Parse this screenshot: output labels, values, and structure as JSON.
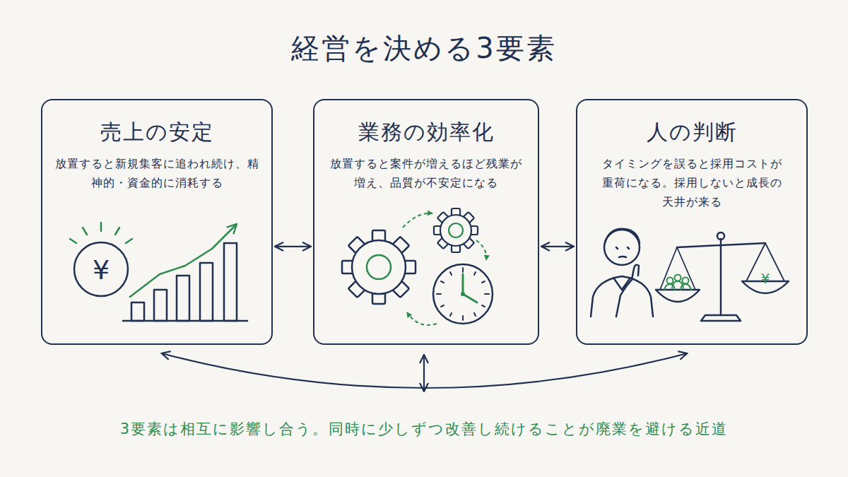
{
  "diagram": {
    "title": "経営を決める3要素",
    "caption": "3要素は相互に影響し合う。同時に少しずつ改善し続けることが廃業を避ける近道",
    "nodes": [
      {
        "text": [
          "売上の安定",
          "放置すると新規集客に追われ続け、精神的・資金的に消耗する"
        ]
      },
      {
        "text": [
          "業務の効率化",
          "放置すると案件が増えるほど残業が増え、品質が不安定になる"
        ]
      },
      {
        "text": [
          "人の判断",
          "タイミングを誤ると採用コストが重荷になる。採用しないと成長の天井が来る"
        ]
      }
    ],
    "edges": [
      {
        "from": 0,
        "to": 1,
        "arrow": "both"
      },
      {
        "from": 1,
        "to": 2,
        "arrow": "both"
      },
      {
        "from": 0,
        "to": 2,
        "arrow": "both"
      }
    ],
    "labels": [
      "¥",
      "¥"
    ]
  }
}
